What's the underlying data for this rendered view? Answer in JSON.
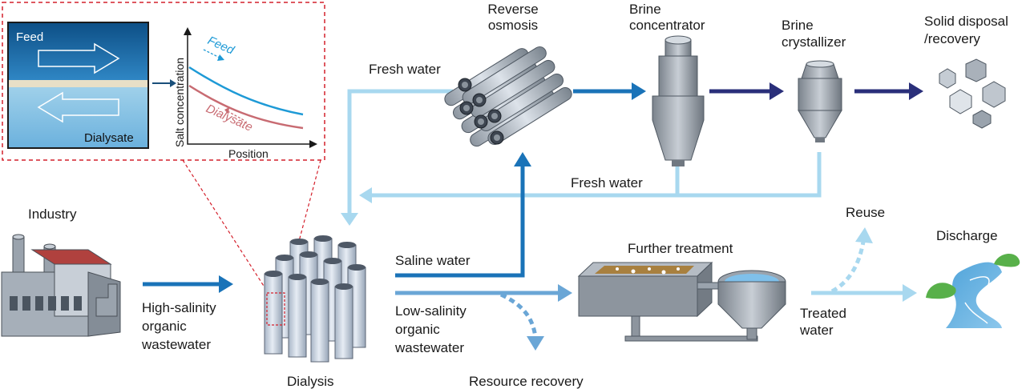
{
  "inset": {
    "feed": "Feed",
    "dialysate": "Dialysate",
    "y_axis": "Salt concentration",
    "x_axis": "Position",
    "curve_feed": "Feed",
    "curve_dialysate": "Dialysate"
  },
  "labels": {
    "reverse_osmosis_1": "Reverse",
    "reverse_osmosis_2": "osmosis",
    "brine_concentrator_1": "Brine",
    "brine_concentrator_2": "concentrator",
    "brine_crystallizer_1": "Brine",
    "brine_crystallizer_2": "crystallizer",
    "solid_disposal_1": "Solid disposal",
    "solid_disposal_2": "/recovery",
    "fresh_water_top": "Fresh water",
    "fresh_water_mid": "Fresh water",
    "industry": "Industry",
    "wastewater_1": "High-salinity",
    "wastewater_2": "organic",
    "wastewater_3": "wastewater",
    "dialysis": "Dialysis",
    "saline_water": "Saline water",
    "low_salinity_1": "Low-salinity",
    "low_salinity_2": "organic",
    "low_salinity_3": "wastewater",
    "resource_recovery": "Resource recovery",
    "further_treatment": "Further treatment",
    "reuse": "Reuse",
    "discharge": "Discharge",
    "treated_water_1": "Treated",
    "treated_water_2": "water"
  },
  "colors": {
    "fresh_water": "#a8d8ef",
    "saline": "#1a73b8",
    "brine": "#2a2f7a",
    "low_salinity": "#6aa6d6",
    "feed_curve": "#1e9ad6",
    "dialysate_curve": "#c86b72",
    "dashed_box": "#d4202c"
  }
}
